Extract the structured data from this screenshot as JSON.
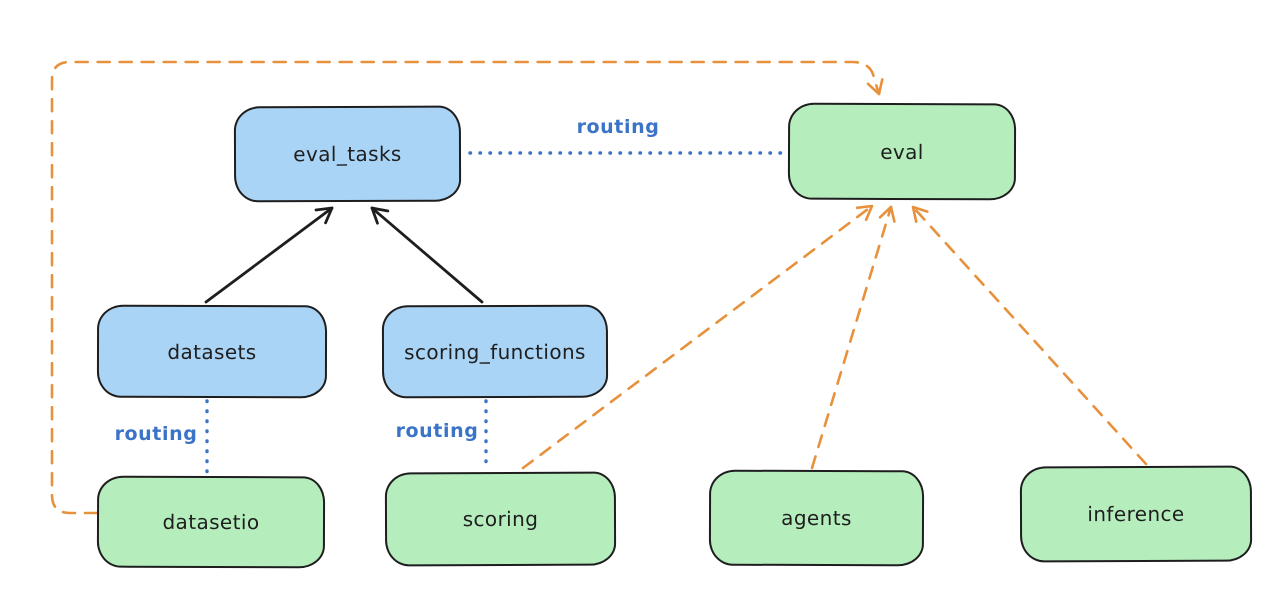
{
  "diagram": {
    "nodes": [
      {
        "id": "eval_tasks",
        "label": "eval_tasks",
        "fill": "blue"
      },
      {
        "id": "eval",
        "label": "eval",
        "fill": "green"
      },
      {
        "id": "datasets",
        "label": "datasets",
        "fill": "blue"
      },
      {
        "id": "scoring_functions",
        "label": "scoring_functions",
        "fill": "blue"
      },
      {
        "id": "datasetio",
        "label": "datasetio",
        "fill": "green"
      },
      {
        "id": "scoring",
        "label": "scoring",
        "fill": "green"
      },
      {
        "id": "agents",
        "label": "agents",
        "fill": "green"
      },
      {
        "id": "inference",
        "label": "inference",
        "fill": "green"
      }
    ],
    "edges": [
      {
        "from": "datasets",
        "to": "eval_tasks",
        "style": "solid-arrow",
        "color": "#1e1e1e"
      },
      {
        "from": "scoring_functions",
        "to": "eval_tasks",
        "style": "solid-arrow",
        "color": "#1e1e1e"
      },
      {
        "from": "eval_tasks",
        "to": "eval",
        "style": "dotted",
        "color": "#3b74c6",
        "label": "routing"
      },
      {
        "from": "datasets",
        "to": "datasetio",
        "style": "dotted",
        "color": "#3b74c6",
        "label": "routing"
      },
      {
        "from": "scoring_functions",
        "to": "scoring",
        "style": "dotted",
        "color": "#3b74c6",
        "label": "routing"
      },
      {
        "from": "datasetio",
        "to": "eval",
        "style": "dashed-arrow",
        "color": "#e8913c"
      },
      {
        "from": "scoring",
        "to": "eval",
        "style": "dashed-arrow",
        "color": "#e8913c"
      },
      {
        "from": "agents",
        "to": "eval",
        "style": "dashed-arrow",
        "color": "#e8913c"
      },
      {
        "from": "inference",
        "to": "eval",
        "style": "dashed-arrow",
        "color": "#e8913c"
      }
    ],
    "edge_labels": {
      "eval_tasks_eval": "routing",
      "datasets_datasetio": "routing",
      "scoring_functions_scoring": "routing"
    },
    "colors": {
      "node_fill_blue": "#aad4f6",
      "node_fill_green": "#b5edbd",
      "node_stroke": "#1e1e1e",
      "routing_blue": "#3b74c6",
      "dashed_orange": "#e8913c",
      "background": "#ffffff"
    }
  }
}
